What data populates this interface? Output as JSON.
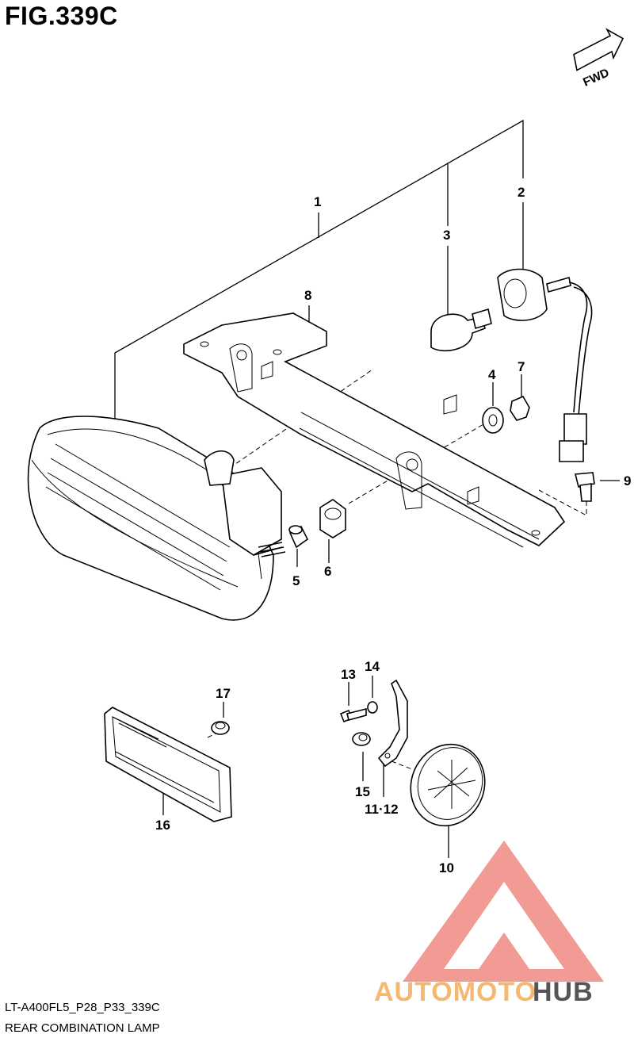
{
  "figure": {
    "title": "FIG.339C",
    "code": "LT-A400FL5_P28_P33_339C",
    "name": "REAR COMBINATION LAMP",
    "direction_label": "FWD"
  },
  "callouts": [
    {
      "id": "c1",
      "label": "1"
    },
    {
      "id": "c2",
      "label": "2"
    },
    {
      "id": "c3",
      "label": "3"
    },
    {
      "id": "c4",
      "label": "4"
    },
    {
      "id": "c5",
      "label": "5"
    },
    {
      "id": "c6",
      "label": "6"
    },
    {
      "id": "c7",
      "label": "7"
    },
    {
      "id": "c8",
      "label": "8"
    },
    {
      "id": "c9",
      "label": "9"
    },
    {
      "id": "c10",
      "label": "10"
    },
    {
      "id": "c11",
      "label": "11·12"
    },
    {
      "id": "c13",
      "label": "13"
    },
    {
      "id": "c14",
      "label": "14"
    },
    {
      "id": "c15",
      "label": "15"
    },
    {
      "id": "c16",
      "label": "16"
    },
    {
      "id": "c17",
      "label": "17"
    }
  ],
  "watermark": {
    "part1": "AUTOMOTO",
    "part2": "HUB",
    "color_primary": "#f08a82",
    "color_secondary": "#f6b870",
    "color_dark": "#555555"
  }
}
